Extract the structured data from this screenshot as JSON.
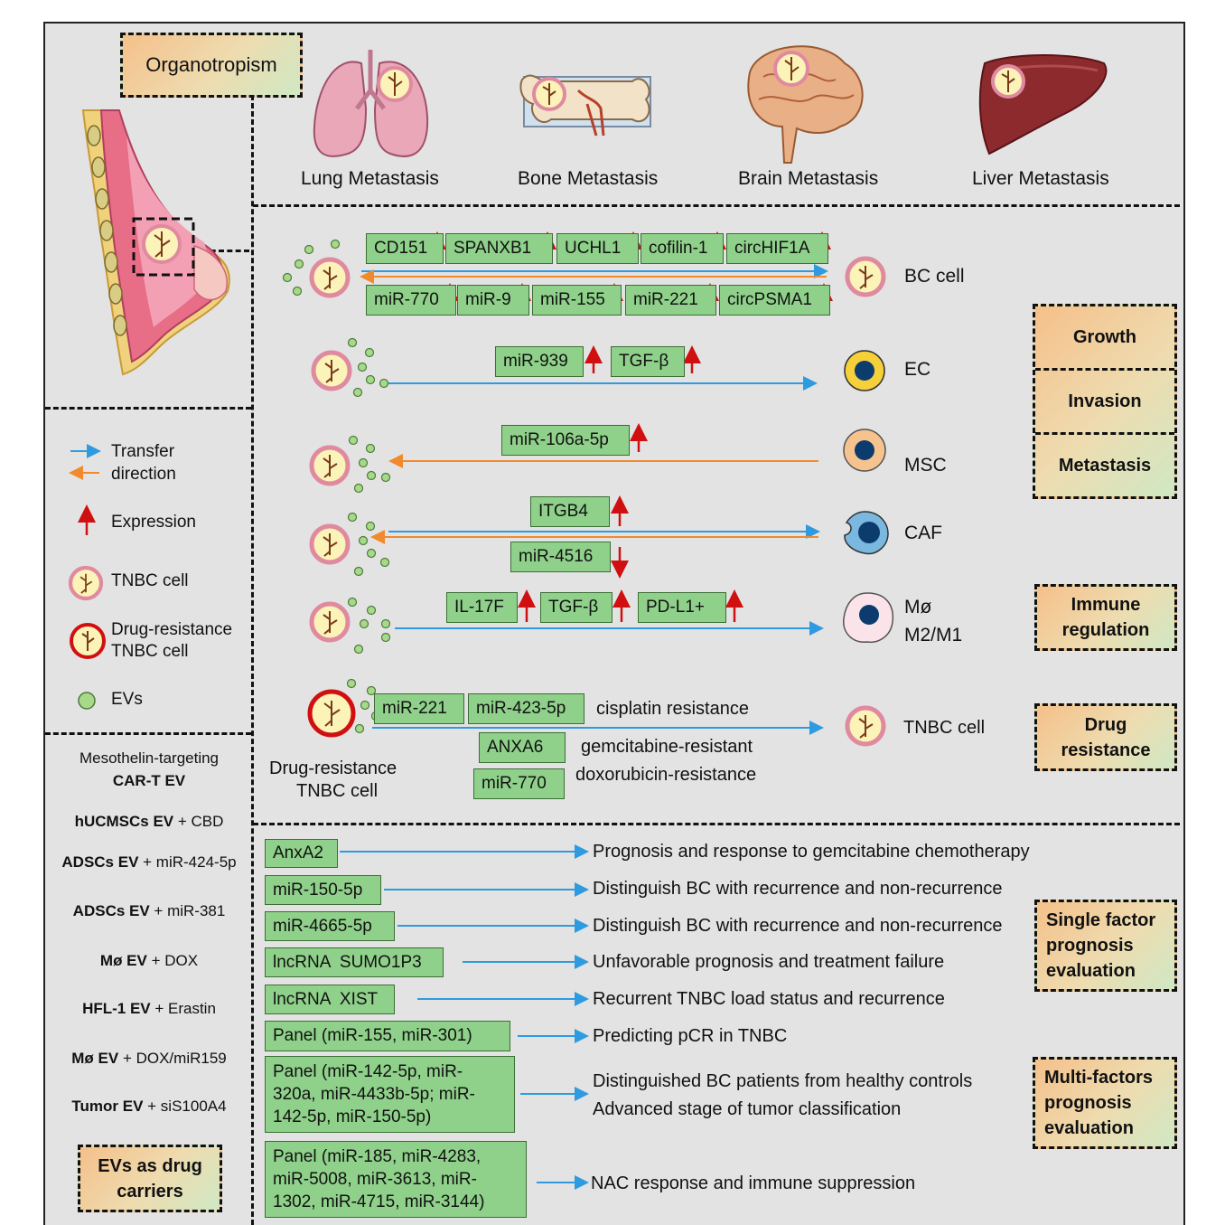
{
  "title": "Organotropism",
  "organs": [
    "Lung Metastasis",
    "Bone Metastasis",
    "Brain Metastasis",
    "Liver Metastasis"
  ],
  "interactions": {
    "bc": {
      "top": [
        "CD151",
        "SPANXB1",
        "UCHL1",
        "cofilin-1",
        "circHIF1A"
      ],
      "bottom": [
        "miR-770",
        "miR-9",
        "miR-155",
        "miR-221",
        "circPSMA1"
      ],
      "target": "BC cell"
    },
    "ec": {
      "markers": [
        "miR-939",
        "TGF-β"
      ],
      "target": "EC"
    },
    "msc": {
      "markers": [
        "miR-106a-5p"
      ],
      "target": "MSC"
    },
    "caf": {
      "up": "ITGB4",
      "down": "miR-4516",
      "target": "CAF"
    },
    "mac": {
      "markers": [
        "IL-17F",
        "TGF-β",
        "PD-L1+"
      ],
      "target_line1": "Mø",
      "target_line2": "M2/M1"
    },
    "drug": {
      "source_line1": "Drug-resistance",
      "source_line2": "TNBC cell",
      "markers": [
        "miR-221",
        "miR-423-5p"
      ],
      "note1": "cisplatin resistance",
      "marker2": "ANXA6",
      "note2": "gemcitabine-resistant",
      "marker3": "miR-770",
      "note3": "doxorubicin-resistance",
      "target": "TNBC cell"
    }
  },
  "categories": {
    "growth": "Growth",
    "invasion": "Invasion",
    "metastasis": "Metastasis",
    "immune": "Immune regulation",
    "drug": "Drug resistance",
    "single": "Single factor prognosis evaluation",
    "multi": "Multi-factors prognosis evaluation",
    "carriers": "EVs as drug carriers"
  },
  "legend": {
    "transfer_line1": "Transfer",
    "transfer_line2": "direction",
    "expression": "Expression",
    "tnbc": "TNBC cell",
    "drug_line1": "Drug-resistance",
    "drug_line2": "TNBC cell",
    "evs": "EVs"
  },
  "carriers": [
    {
      "bold": "",
      "line1": "Mesothelin-targeting",
      "line2": "CAR-T EV"
    },
    {
      "bold": "hUCMSCs EV",
      "rest": " + CBD"
    },
    {
      "bold": "ADSCs EV",
      "rest": " + miR-424-5p"
    },
    {
      "bold": "ADSCs EV",
      "rest": " + miR-381"
    },
    {
      "bold": "Mø EV",
      "rest": " + DOX"
    },
    {
      "bold": "HFL-1 EV",
      "rest": " + Erastin"
    },
    {
      "bold": "Mø EV",
      "rest": " + DOX/miR159"
    },
    {
      "bold": "Tumor EV",
      "rest": " + siS100A4"
    }
  ],
  "prognosis": [
    {
      "marker": "AnxA2",
      "outcome": "Prognosis and response to gemcitabine chemotherapy"
    },
    {
      "marker": "miR-150-5p",
      "outcome": "Distinguish BC with recurrence and non-recurrence"
    },
    {
      "marker": "miR-4665-5p",
      "outcome": "Distinguish BC with recurrence and non-recurrence"
    },
    {
      "marker": "lncRNA  SUMO1P3",
      "outcome": "Unfavorable prognosis and treatment failure"
    },
    {
      "marker": "lncRNA  XIST",
      "outcome": "Recurrent TNBC load status and recurrence"
    },
    {
      "marker": "Panel (miR-155, miR-301)",
      "outcome": "Predicting pCR in TNBC"
    },
    {
      "marker": "Panel (miR-142-5p, miR-320a, miR-4433b-5p; miR-142-5p, miR-150-5p)",
      "outcome": "Distinguished BC patients from healthy controls",
      "outcome2": "Advanced stage of tumor classification"
    },
    {
      "marker": "Panel (miR-185, miR-4283, miR-5008, miR-3613, miR-1302, miR-4715, miR-3144)",
      "outcome": "NAC response and immune suppression"
    }
  ],
  "colors": {
    "panel": "#e3e3e3",
    "box": "#8fd18a",
    "transfer_blue": "#2e9be0",
    "transfer_orange": "#f08a2c",
    "expression_red": "#d01010"
  }
}
